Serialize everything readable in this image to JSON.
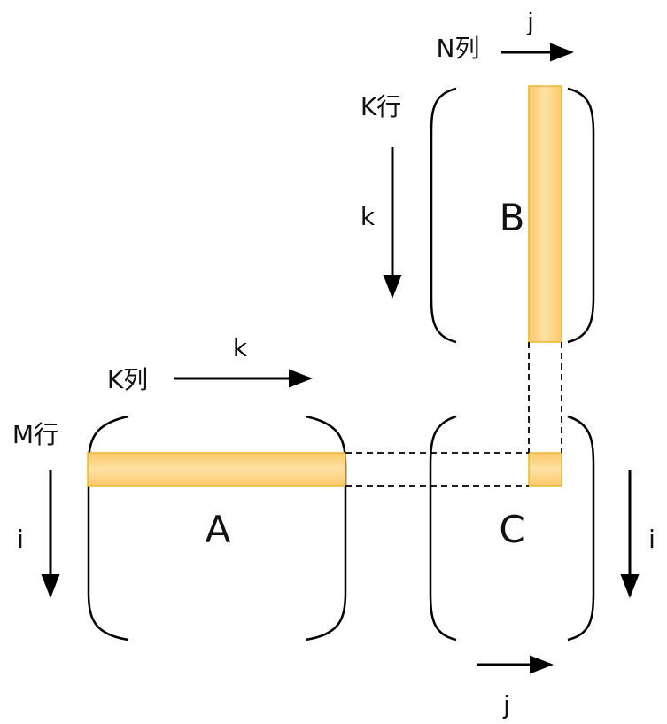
{
  "matrices": {
    "a": {
      "name": "A",
      "rows_label": "M行",
      "cols_label": "K列",
      "row_index": "i",
      "col_index": "k"
    },
    "b": {
      "name": "B",
      "rows_label": "K行",
      "cols_label": "N列",
      "row_index": "k",
      "col_index": "j"
    },
    "c": {
      "name": "C",
      "row_index": "i",
      "col_index": "j"
    }
  },
  "colors": {
    "highlight_light": "#ffe2a3",
    "highlight_dark": "#fbc96a",
    "highlight_border": "#e9b830",
    "line": "#000000"
  }
}
